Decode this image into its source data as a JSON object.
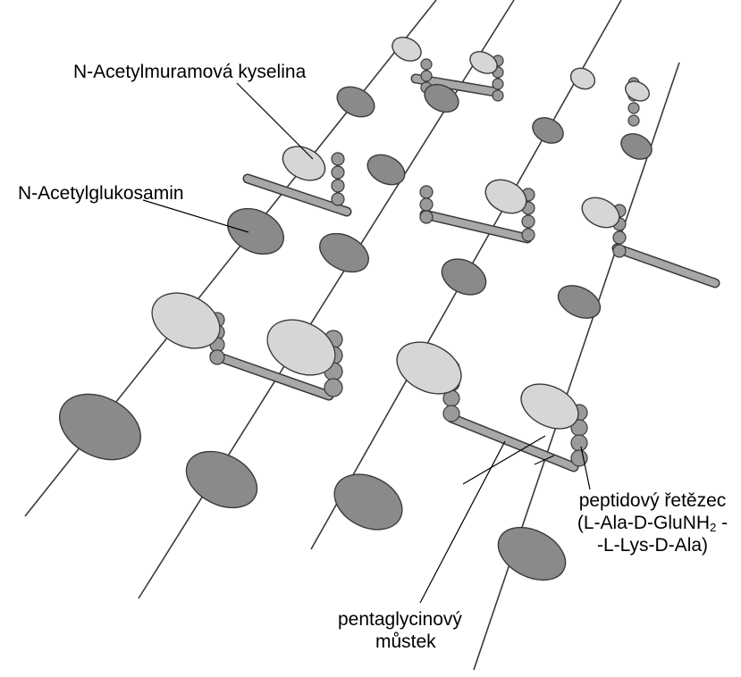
{
  "diagram": {
    "labels": {
      "nam": "N-Acetylmuramová kyselina",
      "nag": "N-Acetylglukosamin",
      "peptide_line1": "peptidový řetězec",
      "peptide_line2_main": "(L-Ala-D-GluNH",
      "peptide_line2_sub": "2",
      "peptide_line2_tail": " -",
      "peptide_line3": "-L-Lys-D-Ala)",
      "bridge_line1": "pentaglycinový",
      "bridge_line2": "můstek"
    },
    "colors": {
      "nam_fill": "#d6d6d6",
      "nag_fill": "#8a8a8a",
      "amino_fill": "#9a9a9a",
      "bridge_fill": "#a8a8a8",
      "stroke": "#3a3a3a",
      "background": "#ffffff"
    }
  }
}
